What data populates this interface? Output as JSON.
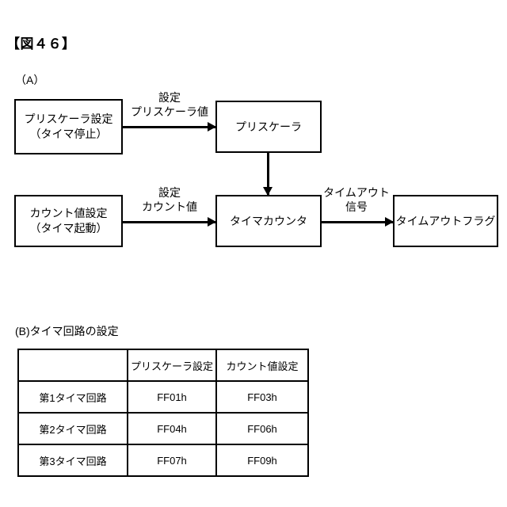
{
  "figure": {
    "title": "【図４６】",
    "section_a_label": "（A）",
    "section_b_label": "(B)タイマ回路の設定"
  },
  "diagram": {
    "nodes": [
      {
        "id": "prescaler-setting",
        "line1": "プリスケーラ設定",
        "line2": "（タイマ停止）"
      },
      {
        "id": "prescaler",
        "line1": "プリスケーラ",
        "line2": ""
      },
      {
        "id": "count-setting",
        "line1": "カウント値設定",
        "line2": "（タイマ起動）"
      },
      {
        "id": "timer-counter",
        "line1": "タイマカウンタ",
        "line2": ""
      },
      {
        "id": "timeout-flag",
        "line1": "タイムアウトフラグ",
        "line2": ""
      }
    ],
    "edges": [
      {
        "id": "prescaler-value",
        "line1": "設定",
        "line2": "プリスケーラ値"
      },
      {
        "id": "count-value",
        "line1": "設定",
        "line2": "カウント値"
      },
      {
        "id": "timeout-signal",
        "line1": "タイムアウト",
        "line2": "信号"
      }
    ]
  },
  "table": {
    "headers": [
      "",
      "プリスケーラ設定",
      "カウント値設定"
    ],
    "rows": [
      {
        "circuit": "第1タイマ回路",
        "prescaler": "FF01h",
        "count": "FF03h"
      },
      {
        "circuit": "第2タイマ回路",
        "prescaler": "FF04h",
        "count": "FF06h"
      },
      {
        "circuit": "第3タイマ回路",
        "prescaler": "FF07h",
        "count": "FF09h"
      }
    ]
  },
  "colors": {
    "ink": "#000000",
    "paper": "#ffffff"
  }
}
